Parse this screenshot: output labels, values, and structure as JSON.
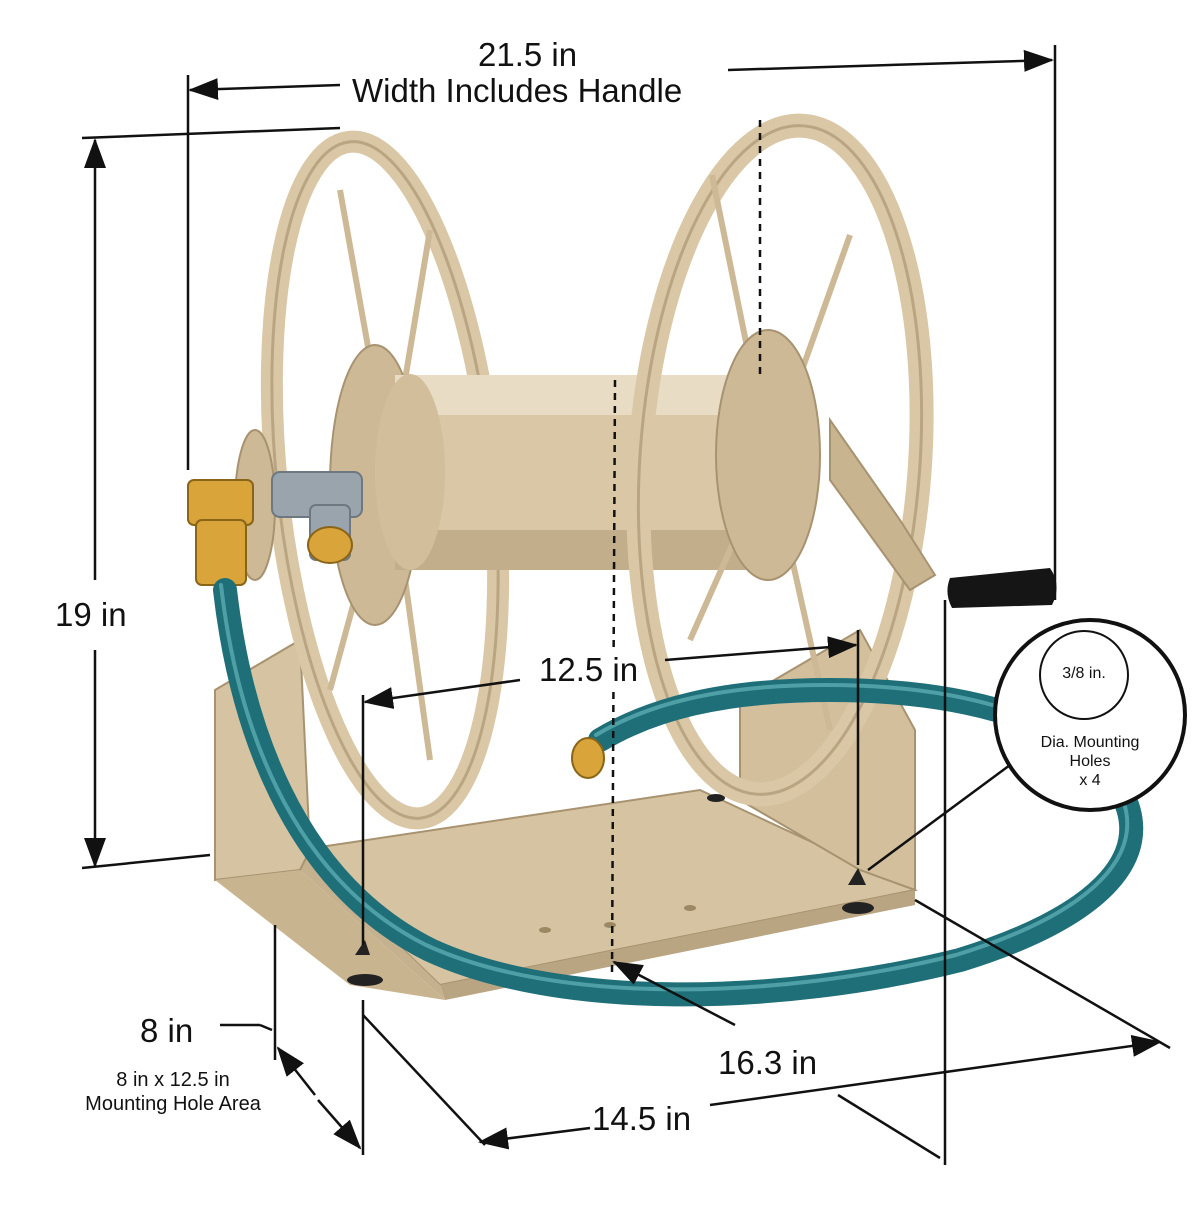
{
  "dimensions": {
    "width": "21.5 in",
    "width_note": "Width Includes Handle",
    "height": "19 in",
    "spool_width": "12.5 in",
    "diagonal": "16.3 in",
    "base_length": "14.5 in",
    "base_depth": "8 in",
    "mounting_area_line1": "8 in x 12.5 in",
    "mounting_area_line2": "Mounting Hole Area"
  },
  "callout": {
    "hole_size": "3/8 in.",
    "line1": "Dia. Mounting",
    "line2": "Holes",
    "line3": "x 4"
  },
  "colors": {
    "reel": "#d9c7a6",
    "reel_shadow": "#b9a582",
    "hose": "#1f6f79",
    "hose_highlight": "#4fa0a6",
    "brass": "#d9a43a",
    "handle": "#151515",
    "steel": "#9aa4ad"
  }
}
